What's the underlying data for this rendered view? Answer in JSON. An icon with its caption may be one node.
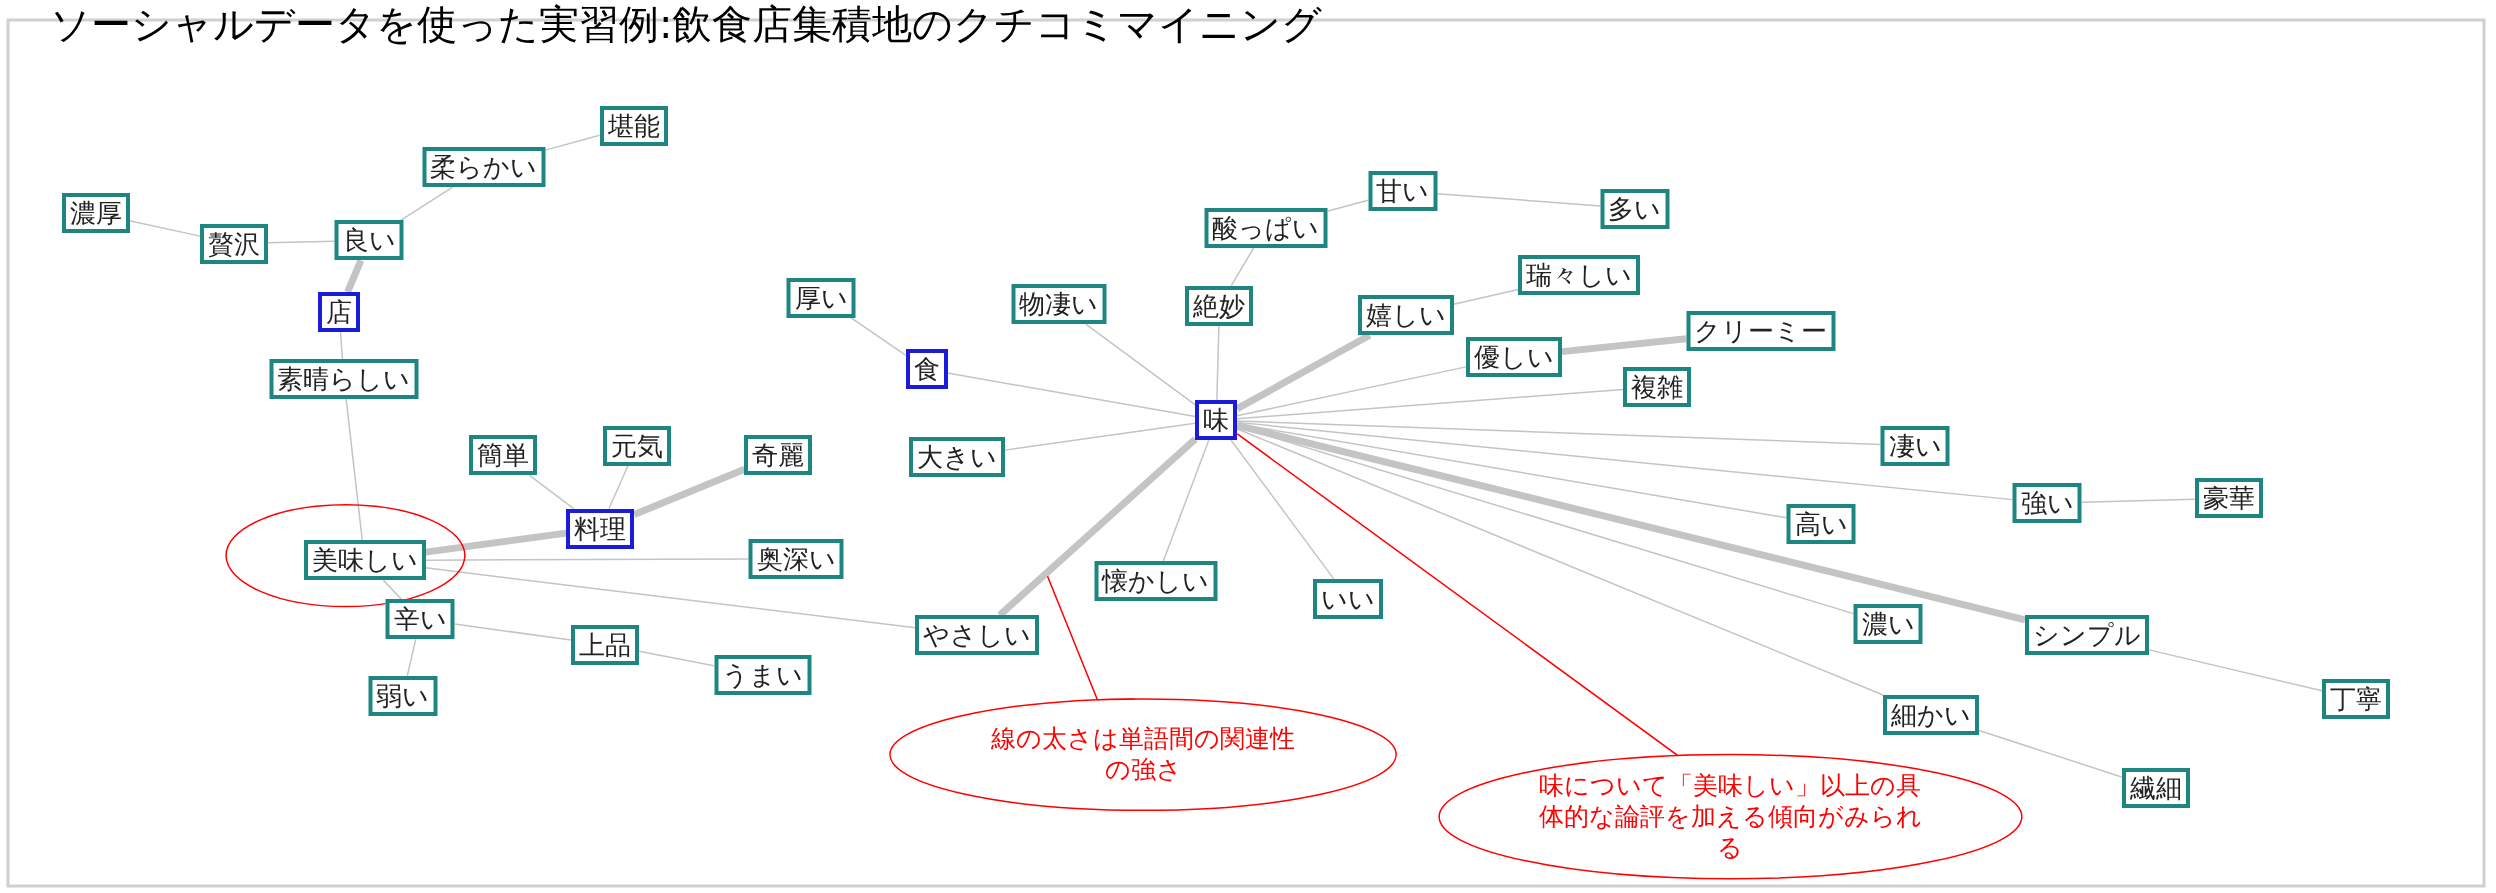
{
  "diagram": {
    "title": "ソーシャルデータを使った実習例:飲食店集積地のクチコミマイニング",
    "nodes": [
      {
        "text": [
          "堪能"
        ]
      },
      {
        "text": [
          "柔らかい"
        ]
      },
      {
        "text": [
          "濃厚"
        ]
      },
      {
        "text": [
          "贅沢"
        ]
      },
      {
        "text": [
          "良い"
        ]
      },
      {
        "text": [
          "店"
        ]
      },
      {
        "text": [
          "素晴らしい"
        ]
      },
      {
        "text": [
          "簡単"
        ]
      },
      {
        "text": [
          "元気"
        ]
      },
      {
        "text": [
          "奇麗"
        ]
      },
      {
        "text": [
          "料理"
        ]
      },
      {
        "text": [
          "美味しい"
        ]
      },
      {
        "text": [
          "奥深い"
        ]
      },
      {
        "text": [
          "辛い"
        ]
      },
      {
        "text": [
          "上品"
        ]
      },
      {
        "text": [
          "弱い"
        ]
      },
      {
        "text": [
          "うまい"
        ]
      },
      {
        "text": [
          "やさしい"
        ]
      },
      {
        "text": [
          "厚い"
        ]
      },
      {
        "text": [
          "食"
        ]
      },
      {
        "text": [
          "大きい"
        ]
      },
      {
        "text": [
          "物凄い"
        ]
      },
      {
        "text": [
          "絶妙"
        ]
      },
      {
        "text": [
          "酸っぱい"
        ]
      },
      {
        "text": [
          "甘い"
        ]
      },
      {
        "text": [
          "多い"
        ]
      },
      {
        "text": [
          "味"
        ]
      },
      {
        "text": [
          "懐かしい"
        ]
      },
      {
        "text": [
          "いい"
        ]
      },
      {
        "text": [
          "瑞々しい"
        ]
      },
      {
        "text": [
          "嬉しい"
        ]
      },
      {
        "text": [
          "優しい"
        ]
      },
      {
        "text": [
          "クリーミー"
        ]
      },
      {
        "text": [
          "複雑"
        ]
      },
      {
        "text": [
          "凄い"
        ]
      },
      {
        "text": [
          "強い"
        ]
      },
      {
        "text": [
          "豪華"
        ]
      },
      {
        "text": [
          "高い"
        ]
      },
      {
        "text": [
          "濃い"
        ]
      },
      {
        "text": [
          "シンプル"
        ]
      },
      {
        "text": [
          "丁寧"
        ]
      },
      {
        "text": [
          "細かい"
        ]
      },
      {
        "text": [
          "繊細"
        ]
      },
      {
        "text": [
          "線の太さは単語間の関連性の強さ"
        ]
      },
      {
        "text": [
          "味について「美味しい」以上の具体的な論評を加える傾向がみられる"
        ]
      }
    ],
    "edges": [
      {
        "from": 0,
        "to": 1,
        "arrow": "none"
      },
      {
        "from": 1,
        "to": 4,
        "arrow": "none"
      },
      {
        "from": 2,
        "to": 3,
        "arrow": "none"
      },
      {
        "from": 3,
        "to": 4,
        "arrow": "none"
      },
      {
        "from": 4,
        "to": 5,
        "arrow": "none",
        "style": "thick"
      },
      {
        "from": 5,
        "to": 6,
        "arrow": "none"
      },
      {
        "from": 6,
        "to": 11,
        "arrow": "none"
      },
      {
        "from": 7,
        "to": 10,
        "arrow": "none"
      },
      {
        "from": 8,
        "to": 10,
        "arrow": "none"
      },
      {
        "from": 9,
        "to": 10,
        "arrow": "none",
        "style": "thick"
      },
      {
        "from": 10,
        "to": 11,
        "arrow": "none",
        "style": "thick"
      },
      {
        "from": 11,
        "to": 12,
        "arrow": "none"
      },
      {
        "from": 11,
        "to": 13,
        "arrow": "none"
      },
      {
        "from": 13,
        "to": 14,
        "arrow": "none"
      },
      {
        "from": 13,
        "to": 15,
        "arrow": "none"
      },
      {
        "from": 14,
        "to": 16,
        "arrow": "none"
      },
      {
        "from": 11,
        "to": 17,
        "arrow": "none"
      },
      {
        "from": 18,
        "to": 19,
        "arrow": "none"
      },
      {
        "from": 19,
        "to": 26,
        "arrow": "none"
      },
      {
        "from": 20,
        "to": 26,
        "arrow": "none"
      },
      {
        "from": 21,
        "to": 26,
        "arrow": "none"
      },
      {
        "from": 22,
        "to": 26,
        "arrow": "none"
      },
      {
        "from": 22,
        "to": 23,
        "arrow": "none"
      },
      {
        "from": 23,
        "to": 24,
        "arrow": "none"
      },
      {
        "from": 24,
        "to": 25,
        "arrow": "none"
      },
      {
        "from": 26,
        "to": 17,
        "arrow": "none",
        "style": "thick"
      },
      {
        "from": 26,
        "to": 27,
        "arrow": "none"
      },
      {
        "from": 26,
        "to": 28,
        "arrow": "none"
      },
      {
        "from": 30,
        "to": 29,
        "arrow": "none"
      },
      {
        "from": 26,
        "to": 30,
        "arrow": "none",
        "style": "thick"
      },
      {
        "from": 26,
        "to": 31,
        "arrow": "none"
      },
      {
        "from": 31,
        "to": 32,
        "arrow": "none",
        "style": "thick"
      },
      {
        "from": 26,
        "to": 33,
        "arrow": "none"
      },
      {
        "from": 26,
        "to": 34,
        "arrow": "none"
      },
      {
        "from": 26,
        "to": 35,
        "arrow": "none"
      },
      {
        "from": 35,
        "to": 36,
        "arrow": "none"
      },
      {
        "from": 26,
        "to": 37,
        "arrow": "none"
      },
      {
        "from": 26,
        "to": 38,
        "arrow": "none"
      },
      {
        "from": 26,
        "to": 39,
        "arrow": "none",
        "style": "thick"
      },
      {
        "from": 39,
        "to": 40,
        "arrow": "none"
      },
      {
        "from": 26,
        "to": 41,
        "arrow": "none"
      },
      {
        "from": 41,
        "to": 42,
        "arrow": "none"
      },
      {
        "from": 43,
        "to": null,
        "arrow": "none",
        "color": "#ff0000"
      },
      {
        "from": 44,
        "to": 26,
        "arrow": "none",
        "color": "#ff0000"
      }
    ]
  }
}
